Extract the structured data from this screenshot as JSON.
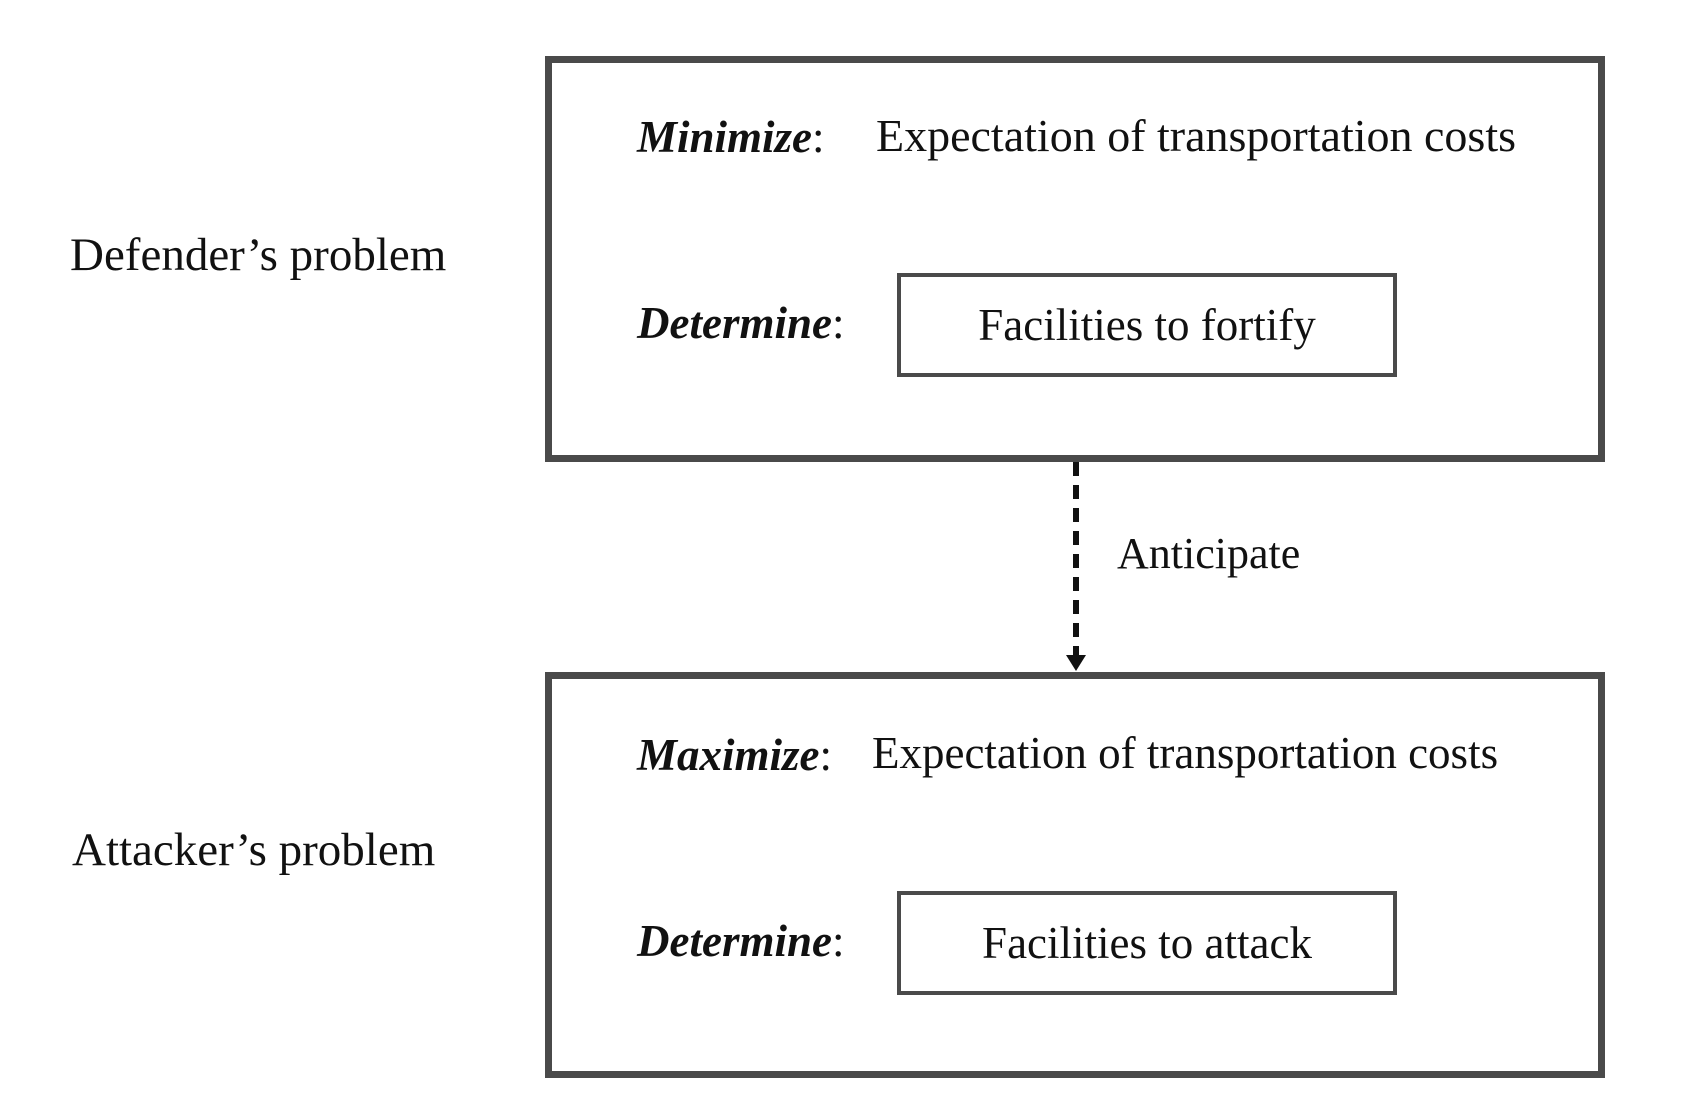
{
  "defender": {
    "label": "Defender’s problem",
    "objective_keyword": "Minimize",
    "objective_text": "Expectation of transportation costs",
    "determine_keyword": "Determine",
    "decision": "Facilities to fortify"
  },
  "attacker": {
    "label": "Attacker’s problem",
    "objective_keyword": "Maximize",
    "objective_text": "Expectation of transportation costs",
    "determine_keyword": "Determine",
    "decision": "Facilities to attack"
  },
  "connector": {
    "label": "Anticipate",
    "style": "dashed-arrow-down"
  },
  "colors": {
    "border": "#4a4a4a",
    "text": "#111111",
    "arrow": "#111111"
  }
}
